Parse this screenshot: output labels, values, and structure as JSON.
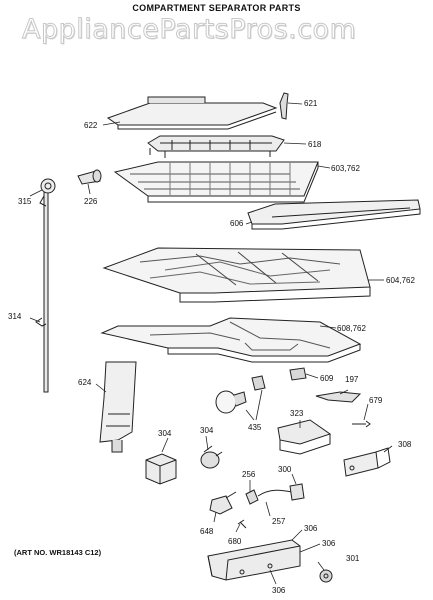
{
  "watermark": "AppliancePartsPros.com",
  "title": "COMPARTMENT SEPARATOR PARTS",
  "art_number": "(ART NO. WR18143 C12)",
  "callouts": {
    "c622": "622",
    "c621": "621",
    "c618": "618",
    "c603": "603,762",
    "c315": "315",
    "c226": "226",
    "c606": "606",
    "c604": "604,762",
    "c314": "314",
    "c608": "608,762",
    "c624": "624",
    "c609": "609",
    "c197": "197",
    "c679": "679",
    "c435": "435",
    "c323": "323",
    "c304a": "304",
    "c304b": "304",
    "c308": "308",
    "c256": "256",
    "c300": "300",
    "c648": "648",
    "c257": "257",
    "c680": "680",
    "c306a": "306",
    "c306b": "306",
    "c306c": "306",
    "c301": "301"
  }
}
